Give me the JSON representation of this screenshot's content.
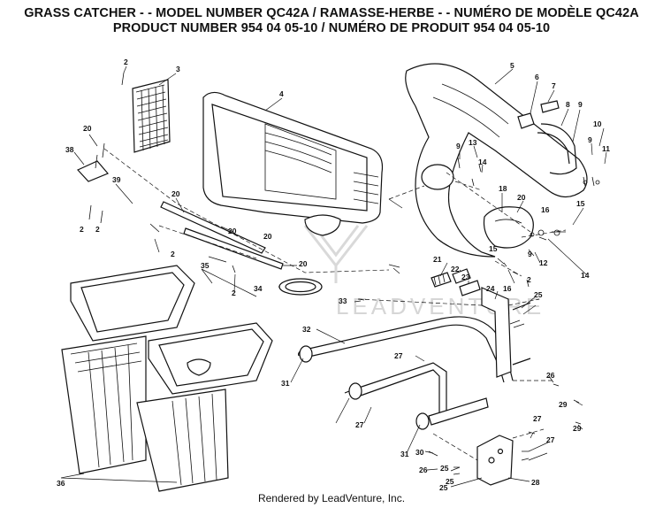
{
  "header": {
    "line1": "GRASS CATCHER - - MODEL NUMBER QC42A / RAMASSE-HERBE - - NUMÉRO DE MODÈLE QC42A",
    "line2": "PRODUCT NUMBER 954 04 05-10 / NUMÉRO DE PRODUIT 954 04 05-10"
  },
  "watermark": "LEADVENTURE",
  "footer": "Rendered by LeadVenture, Inc.",
  "callouts": [
    "2",
    "3",
    "4",
    "5",
    "6",
    "7",
    "8",
    "9",
    "20",
    "38",
    "10",
    "9",
    "11",
    "13",
    "14",
    "18",
    "20",
    "39",
    "20",
    "2",
    "2",
    "16",
    "15",
    "2",
    "2",
    "20",
    "20",
    "9",
    "21",
    "22",
    "23",
    "12",
    "15",
    "16",
    "14",
    "2",
    "35",
    "34",
    "20",
    "33",
    "24",
    "25",
    "32",
    "27",
    "26",
    "31",
    "27",
    "29",
    "29",
    "31",
    "30",
    "26",
    "25",
    "25",
    "25",
    "27",
    "27",
    "28",
    "36",
    "9"
  ],
  "colors": {
    "ink": "#111111",
    "watermark": "#d6d6d6",
    "background": "#ffffff"
  }
}
